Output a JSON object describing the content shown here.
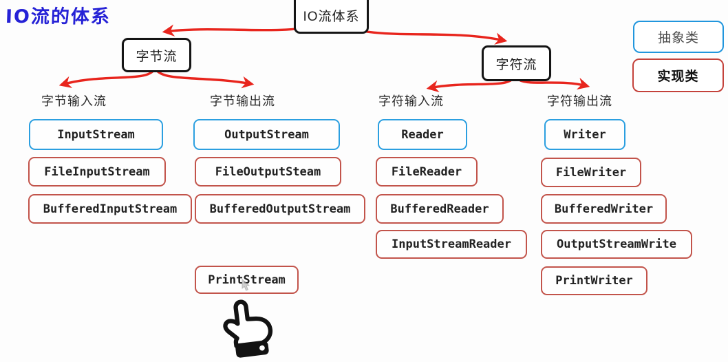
{
  "page_title": "IO流的体系",
  "tree": {
    "root": "IO流体系",
    "byte_stream": "字节流",
    "char_stream": "字符流"
  },
  "column_labels": [
    "字节输入流",
    "字节输出流",
    "字符输入流",
    "字符输出流"
  ],
  "abstract_classes": [
    "InputStream",
    "OutputStream",
    "Reader",
    "Writer"
  ],
  "impl_classes": {
    "byte_input": [
      "FileInputStream",
      "BufferedInputStream"
    ],
    "byte_output": [
      "FileOutputSteam",
      "BufferedOutputStream",
      "PrintStream"
    ],
    "char_input": [
      "FileReader",
      "BufferedReader",
      "InputStreamReader"
    ],
    "char_output": [
      "FileWriter",
      "BufferedWriter",
      "OutputStreamWrite",
      "PrintWriter"
    ]
  },
  "legend": {
    "abstract_label": "抽象类",
    "impl_label": "实现类"
  },
  "icons": {
    "hand": "pointing-hand-icon",
    "cursor": "mouse-cursor-icon"
  },
  "colors": {
    "title_blue": "#2521d6",
    "arrow_red": "#e8251d",
    "abstract_border_blue": "#2b9fe0",
    "impl_border_red": "#c2544b",
    "node_border_black": "#151515"
  }
}
